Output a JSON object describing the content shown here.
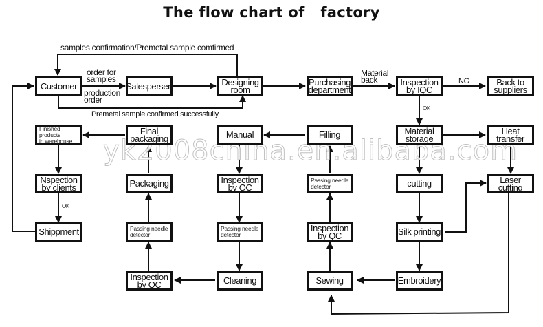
{
  "title": "The flow chart of   factory",
  "watermark": "yk2008china.en.alibaba.com",
  "nodes": {
    "customer": "Customer",
    "salespersen": "Salespersen",
    "designing_room": "Designing\nroom",
    "purchasing_department": "Purchasing\ndepartment",
    "inspection_iqc": "Inspection\nby IQC",
    "back_to_suppliers": "Back to\nsuppliers",
    "material_storage": "Material\nstorage",
    "heat_transfer": "Heat\ntransfer",
    "filling": "Filling",
    "manual": "Manual",
    "final_packaging": "Final\npackaging",
    "finished_products_warehouse": "Finished products\nin warehouse",
    "inspection_by_clients": "Nspection\nby clients",
    "packaging": "Packaging",
    "inspection_qc_manual": "Inspection\nby QC",
    "cutting": "cutting",
    "laser_cutting": "Laser\ncutting",
    "needle_detector_filling": "Passing needle\ndetector",
    "shippment": "Shippment",
    "needle_detector_packaging": "Passing needle\ndetector",
    "needle_detector_manual": "Passing needle\ndetector",
    "inspection_qc_sewing": "Inspection\nby QC",
    "silk_printing": "Silk printing",
    "inspection_qc_cleaning": "Inspection\nby QC",
    "cleaning": "Cleaning",
    "sewing": "Sewing",
    "embroidery": "Embroidery"
  },
  "edge_labels": {
    "samples_confirmation": "samples confirmation/Premetal sample comfirmed",
    "order_for_samples": "order for\nsamples",
    "production_order": "production\norder",
    "premetal_confirmed": "Premetal sample confirmed successfully",
    "material_back": "Material\nback",
    "ng": "NG",
    "ok_iqc": "OK",
    "ok_clients": "OK"
  }
}
